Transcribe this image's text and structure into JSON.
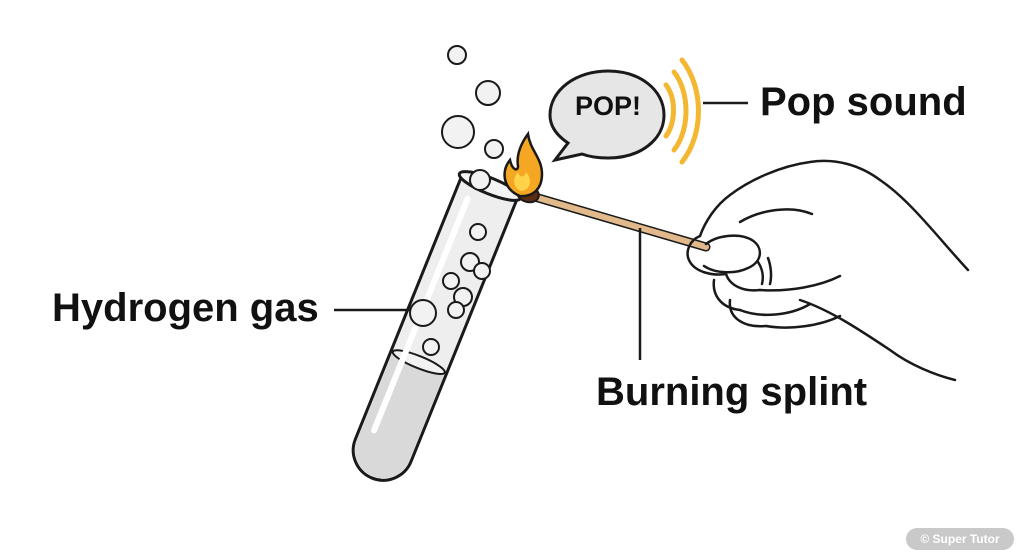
{
  "labels": {
    "hydrogen": "Hydrogen gas",
    "pop_sound": "Pop sound",
    "splint": "Burning splint",
    "speech": "POP!"
  },
  "watermark": "© Super Tutor",
  "colors": {
    "outline": "#1a1a1a",
    "glass": "#eeeeee",
    "liquid": "#d9d9d9",
    "flame": "#f5a623",
    "flame_inner": "#ffd24a",
    "sound_waves": "#f4b731",
    "splint": "#e2b98a",
    "match_head": "#5a2d12"
  }
}
